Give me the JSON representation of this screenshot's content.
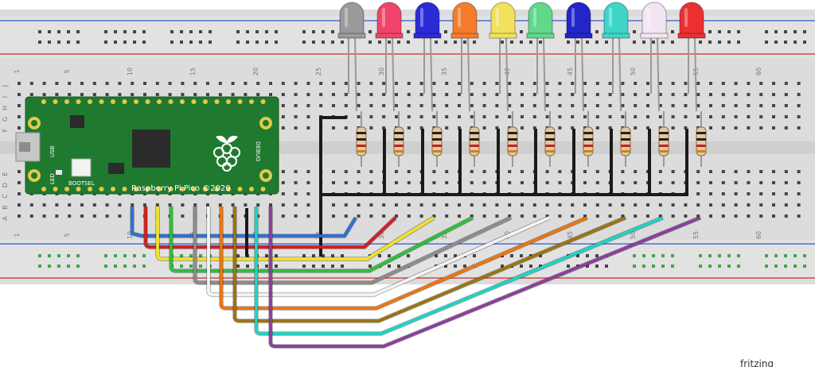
{
  "colors": {
    "board_bg": "#dcdcdc",
    "rail_red": "#d64545",
    "rail_blue": "#4a6fd8",
    "hole": "#454545",
    "hole_green": "#3fa64a",
    "pico_green": "#1f7a2f",
    "wire_black": "#1a1a1a"
  },
  "breadboard": {
    "column_numbers_top": [
      "1",
      "5",
      "10",
      "15",
      "20",
      "25",
      "30",
      "35",
      "40",
      "45",
      "50",
      "55",
      "60"
    ],
    "column_numbers_bottom": [
      "1",
      "5",
      "10",
      "15",
      "20",
      "25",
      "30",
      "35",
      "40",
      "45",
      "50",
      "55",
      "60"
    ],
    "row_letters_top": [
      "J",
      "I",
      "H",
      "G",
      "F"
    ],
    "row_letters_bottom": [
      "E",
      "D",
      "C",
      "B",
      "A"
    ]
  },
  "pico": {
    "model_text": "Raspberry Pi Pico ©2020",
    "usb_label": "USB",
    "led_label": "LED",
    "bootsel_label": "BOOTSEL",
    "debug_label": "DEBUG",
    "logo_icon": "raspberry-logo-icon"
  },
  "leds": [
    {
      "name": "grey",
      "color": "#9a9a9a"
    },
    {
      "name": "pink",
      "color": "#f0446a"
    },
    {
      "name": "blue",
      "color": "#2b2bd6"
    },
    {
      "name": "orange",
      "color": "#f57c2a"
    },
    {
      "name": "yellow",
      "color": "#f2e15a"
    },
    {
      "name": "green",
      "color": "#5fd88a"
    },
    {
      "name": "blue",
      "color": "#2226c9"
    },
    {
      "name": "cyan",
      "color": "#3fd6c9"
    },
    {
      "name": "white",
      "color": "#f1e6f1"
    },
    {
      "name": "red",
      "color": "#ea3030"
    }
  ],
  "wires": [
    {
      "name": "blue",
      "color": "#2f6fd6"
    },
    {
      "name": "red",
      "color": "#cf1f1f"
    },
    {
      "name": "yellow",
      "color": "#f2e22a"
    },
    {
      "name": "green",
      "color": "#2fbf3a"
    },
    {
      "name": "grey",
      "color": "#8c8c8c"
    },
    {
      "name": "white",
      "color": "#f4f4f4"
    },
    {
      "name": "orange",
      "color": "#e87614"
    },
    {
      "name": "brown",
      "color": "#9a7413"
    },
    {
      "name": "cyan",
      "color": "#20d2c2"
    },
    {
      "name": "purple",
      "color": "#8a3f9a"
    }
  ],
  "watermark": "fritzing"
}
